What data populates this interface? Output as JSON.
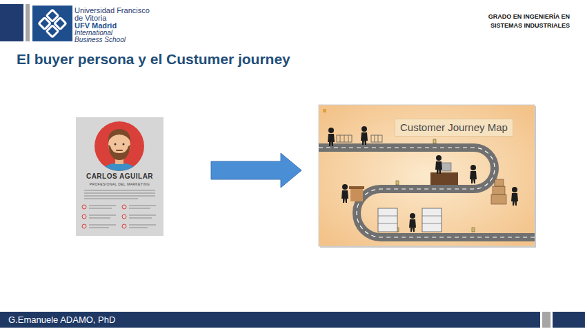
{
  "diagram": {
    "title": "El buyer persona y el Custumer journey",
    "nodes": [
      {
        "text": [
          "CARLOS AGUILAR",
          "PROFESIONAL DEL MARKETING"
        ]
      },
      {
        "text": [
          "Customer Journey Map"
        ]
      }
    ],
    "edges": [
      {
        "from": 0,
        "to": 1,
        "arrow": "to"
      }
    ],
    "labels": [
      "Universidad Francisco de Vitoria",
      "UFV Madrid",
      "International Business School",
      "GRADO EN INGENIERÍA EN SISTEMAS INDUSTRIALES",
      "G.Emanuele ADAMO, PhD"
    ]
  }
}
